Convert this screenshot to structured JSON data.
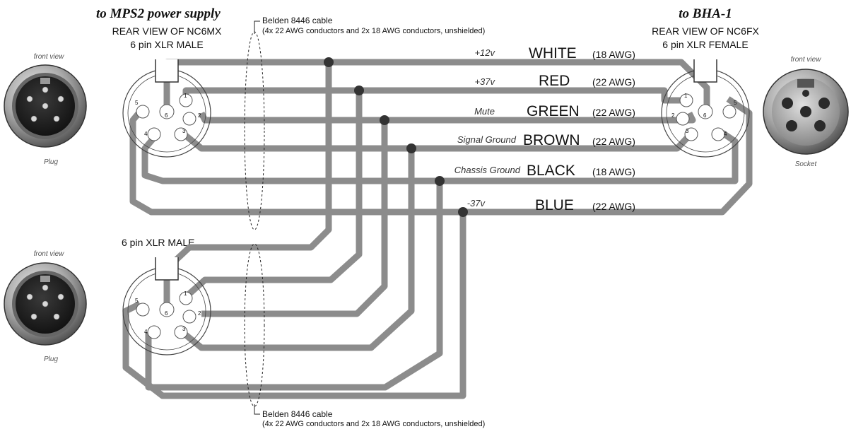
{
  "headings": {
    "left_title": "to MPS2 power supply",
    "left_view": "REAR VIEW OF NC6MX",
    "left_desc": "6 pin XLR MALE",
    "right_title": "to BHA-1",
    "right_view": "REAR VIEW OF NC6FX",
    "right_desc": "6 pin XLR FEMALE",
    "bottom_desc": "6 pin XLR MALE"
  },
  "cable_label": {
    "name": "Belden 8446 cable",
    "spec": "(4x 22 AWG conductors and 2x 18 AWG conductors, unshielded)"
  },
  "wires": [
    {
      "signal": "+12v",
      "color": "WHITE",
      "gauge": "(18 AWG)"
    },
    {
      "signal": "+37v",
      "color": "RED",
      "gauge": "(22 AWG)"
    },
    {
      "signal": "Mute",
      "color": "GREEN",
      "gauge": "(22 AWG)"
    },
    {
      "signal": "Signal Ground",
      "color": "BROWN",
      "gauge": "(22 AWG)"
    },
    {
      "signal": "Chassis Ground",
      "color": "BLACK",
      "gauge": "(18 AWG)"
    },
    {
      "signal": "-37v",
      "color": "BLUE",
      "gauge": "(22 AWG)"
    }
  ],
  "photos": {
    "front_view": "front view",
    "plug": "Plug",
    "socket": "Socket"
  },
  "pins": [
    "1",
    "2",
    "3",
    "4",
    "5",
    "6"
  ],
  "colors": {
    "wire": "#8c8c8c",
    "text": "#111111"
  }
}
